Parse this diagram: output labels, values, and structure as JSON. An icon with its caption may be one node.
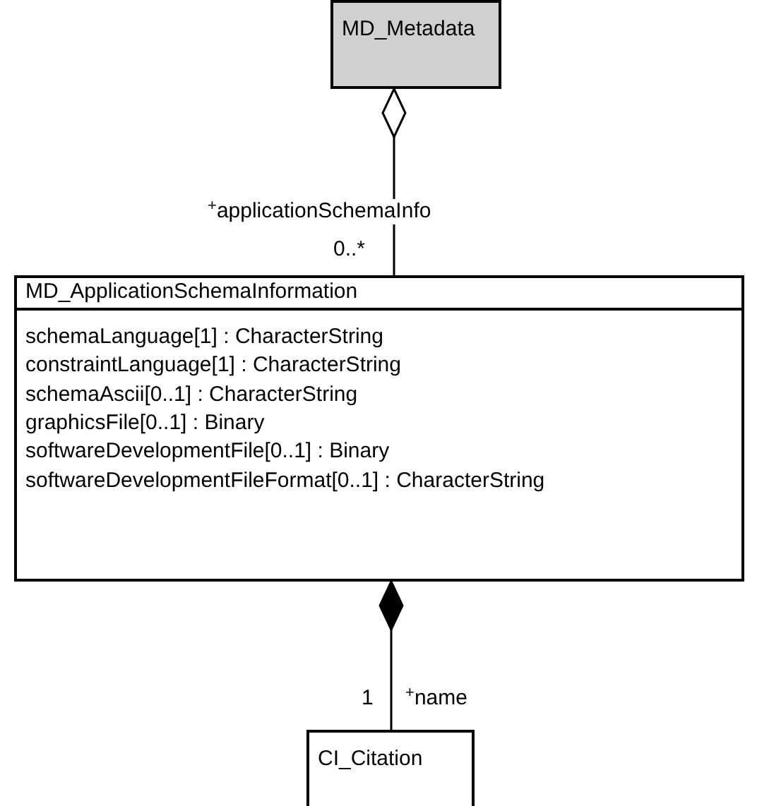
{
  "diagram": {
    "nodes": [
      {
        "text": [
          "MD_Metadata"
        ]
      },
      {
        "text": [
          "MD_ApplicationSchemaInformation",
          "schemaLanguage[1] : CharacterString",
          "constraintLanguage[1] : CharacterString",
          "schemaAscii[0..1] : CharacterString",
          "graphicsFile[0..1] : Binary",
          "softwareDevelopmentFile[0..1] : Binary",
          "softwareDevelopmentFileFormat[0..1] : CharacterString"
        ]
      },
      {
        "text": [
          "CI_Citation"
        ]
      }
    ],
    "edges": [
      {
        "from": 1,
        "to": 0,
        "arrow": "other",
        "label": "$^{+}$applicationSchemaInfo"
      },
      {
        "from": 2,
        "to": 1,
        "arrow": "other",
        "label": "$^{+}$name"
      }
    ],
    "labels": [
      "0..*",
      "1"
    ]
  }
}
